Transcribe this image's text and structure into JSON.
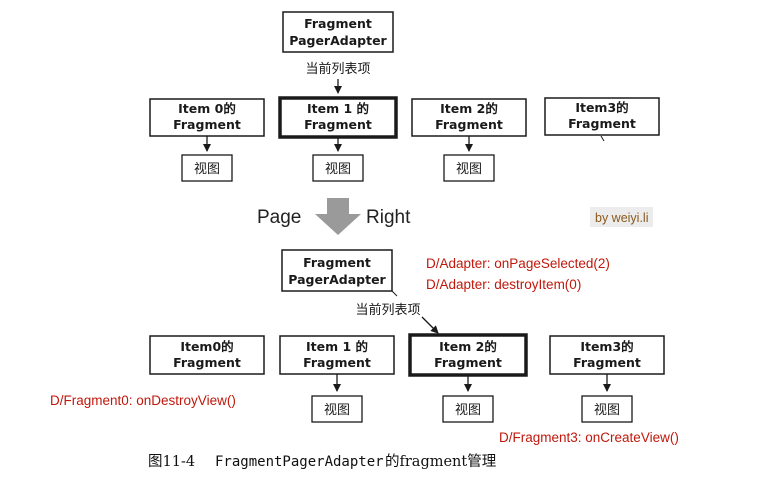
{
  "adapter": {
    "line1": "Fragment",
    "line2": "PagerAdapter"
  },
  "current_item_label": "当前列表项",
  "top_items": [
    {
      "line1": "Item 0的",
      "line2": "Fragment"
    },
    {
      "line1": "Item 1 的",
      "line2": "Fragment"
    },
    {
      "line1": "Item 2的",
      "line2": "Fragment"
    },
    {
      "line1": "Item3的",
      "line2": "Fragment"
    }
  ],
  "bottom_items": [
    {
      "line1": "Item0的",
      "line2": "Fragment"
    },
    {
      "line1": "Item 1 的",
      "line2": "Fragment"
    },
    {
      "line1": "Item 2的",
      "line2": "Fragment"
    },
    {
      "line1": "Item3的",
      "line2": "Fragment"
    }
  ],
  "view_label": "视图",
  "transition": {
    "left": "Page",
    "right": "Right"
  },
  "watermark": "by weiyi.li",
  "logs": {
    "page_selected": "D/Adapter: onPageSelected(2)",
    "destroy_item": "D/Adapter: destroyItem(0)",
    "fragment0": "D/Fragment0: onDestroyView()",
    "fragment3": "D/Fragment3: onCreateView()"
  },
  "caption": {
    "figure": "图11-4",
    "class_name": "FragmentPagerAdapter",
    "suffix": "的fragment管理"
  },
  "colors": {
    "log_red": "#c0180c",
    "arrow_gray": "#9a9a9a",
    "box_border": "#1a1a1a",
    "watermark_bg": "#ececec"
  }
}
